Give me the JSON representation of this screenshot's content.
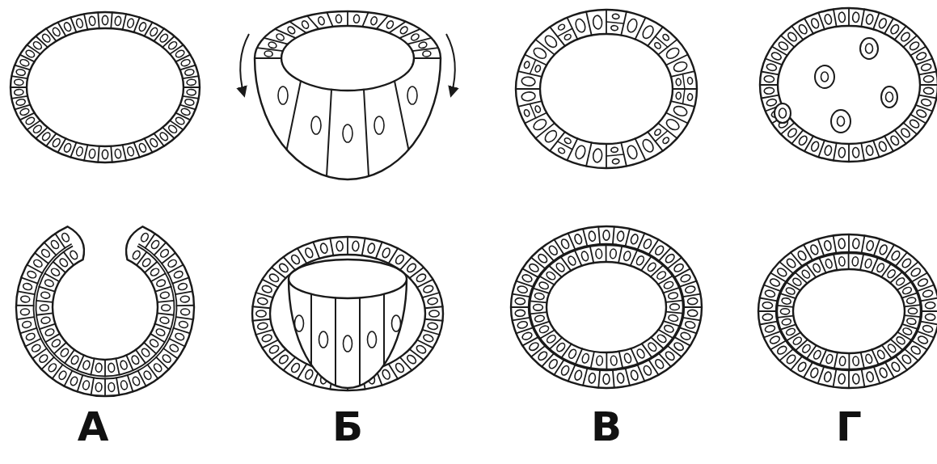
{
  "diagram": {
    "labels": [
      "А",
      "Б",
      "В",
      "Г"
    ]
  }
}
